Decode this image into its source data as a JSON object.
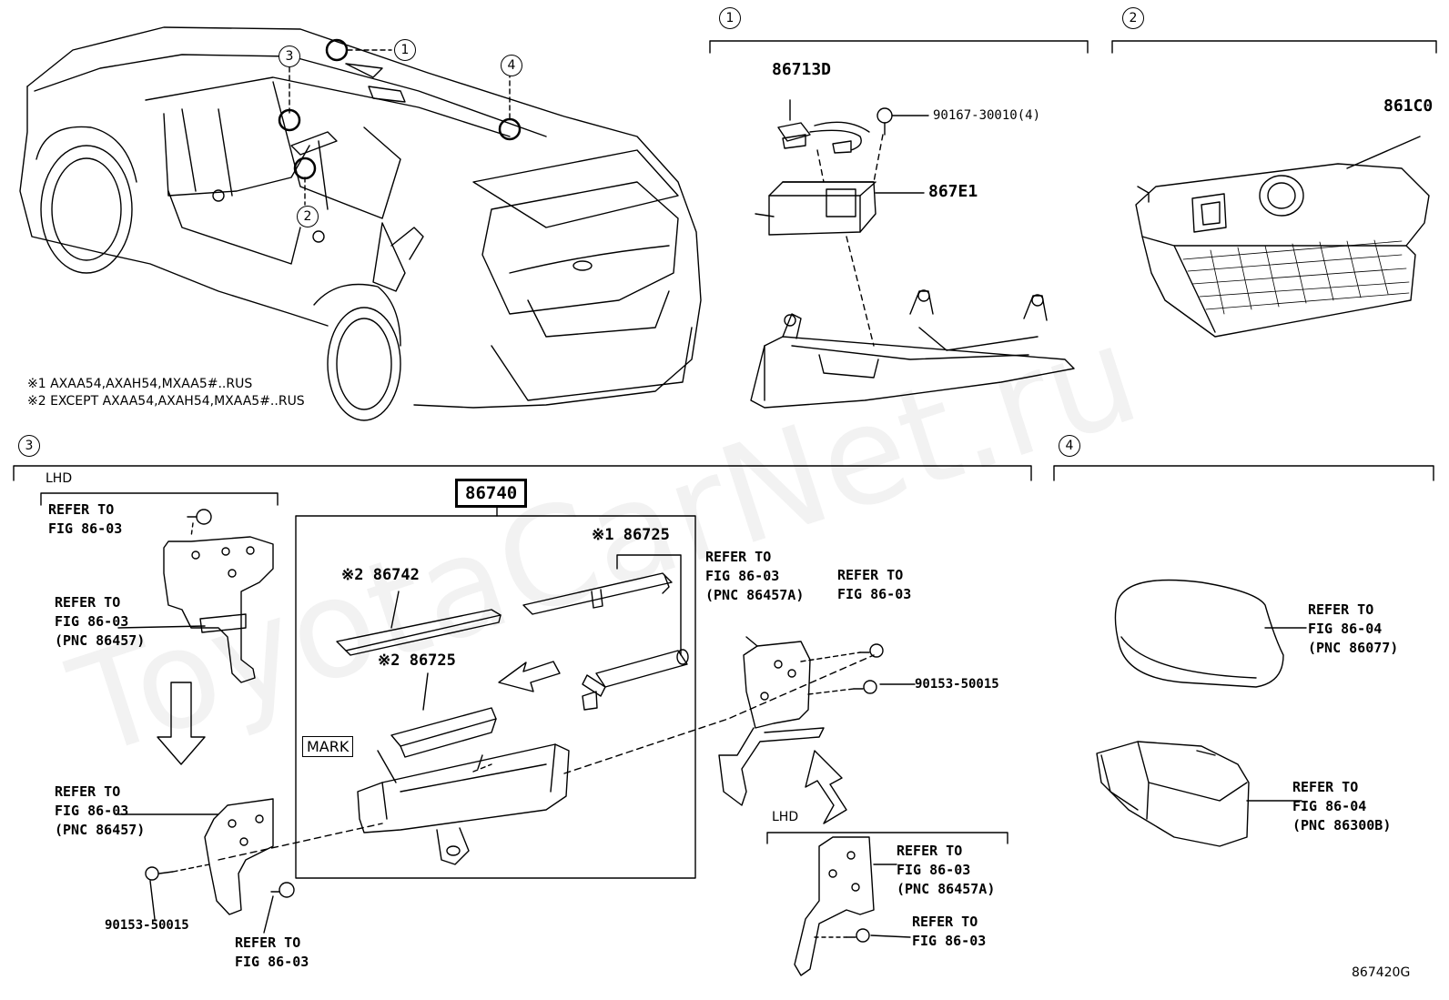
{
  "watermark": "ToyotaCarNet.ru",
  "notes": {
    "note1": "※1 AXAA54,AXAH54,MXAA5#..RUS",
    "note2": "※2 EXCEPT AXAA54,AXAH54,MXAA5#..RUS"
  },
  "section_markers": {
    "s1": "1",
    "s2": "2",
    "s3": "3",
    "s4": "4"
  },
  "car_callouts": {
    "c1": "1",
    "c2": "2",
    "c3": "3",
    "c4": "4"
  },
  "section1": {
    "part_a": "86713D",
    "part_b": "90167-30010(4)",
    "part_c": "867E1"
  },
  "section2": {
    "part_a": "861C0"
  },
  "section3": {
    "lhd_top": "LHD",
    "lhd_bottom": "LHD",
    "group_part": "86740",
    "part_86742": "※2 86742",
    "part_86725_1": "※1 86725",
    "part_86725_2": "※2 86725",
    "mark": "MARK",
    "bolt_left": "90153-50015",
    "bolt_right": "90153-50015",
    "ref_1": "REFER TO\nFIG 86-03",
    "ref_2": "REFER TO\nFIG 86-03\n(PNC 86457)",
    "ref_3": "REFER TO\nFIG 86-03\n(PNC 86457)",
    "ref_4": "REFER TO\nFIG 86-03",
    "ref_5": "REFER TO\nFIG 86-03\n(PNC 86457A)",
    "ref_6": "REFER TO\nFIG 86-03",
    "ref_7": "REFER TO\nFIG 86-03\n(PNC 86457A)",
    "ref_8": "REFER TO\nFIG 86-03"
  },
  "section4": {
    "ref_1": "REFER TO\nFIG 86-04\n(PNC 86077)",
    "ref_2": "REFER TO\nFIG 86-04\n(PNC 86300B)"
  },
  "figure_id": "867420G"
}
